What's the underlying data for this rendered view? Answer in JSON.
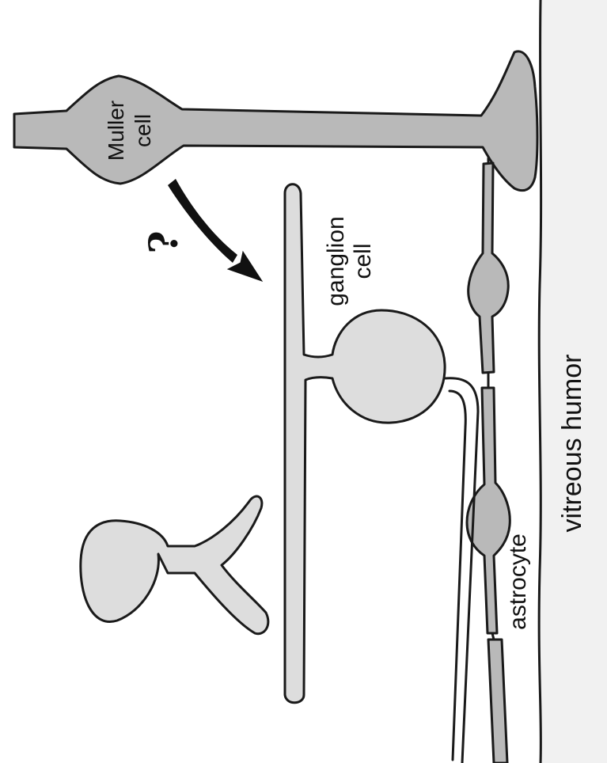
{
  "diagram": {
    "labels": {
      "muller_line1": "Muller",
      "muller_line2": "cell",
      "ganglion_line1": "ganglion",
      "ganglion_line2": "cell",
      "astrocyte": "astrocyte",
      "vitreous": "vitreous humor",
      "question": "?"
    },
    "colors": {
      "background": "#ffffff",
      "vitreous_fill": "#f1f1f1",
      "glia_fill": "#b9b9b9",
      "neuron_fill": "#dddddd",
      "outline": "#1a1a1a"
    }
  }
}
